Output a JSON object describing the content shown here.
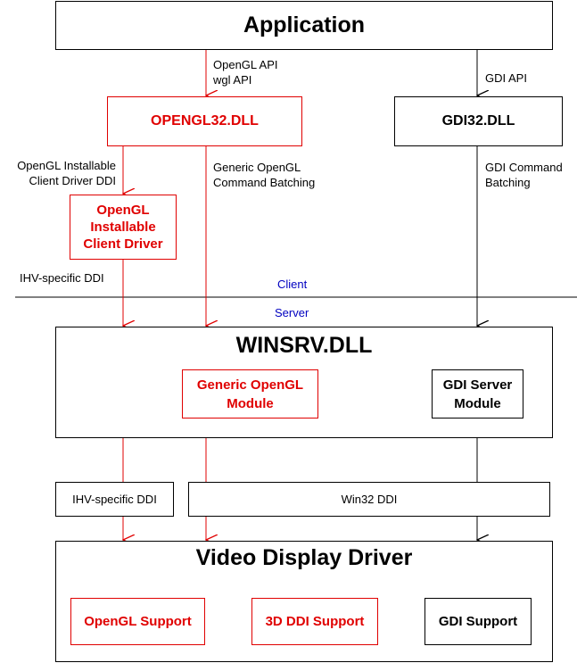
{
  "boxes": {
    "application": "Application",
    "opengl32": "OPENGL32.DLL",
    "gdi32": "GDI32.DLL",
    "icd": "OpenGL Installable Client Driver",
    "winsrv": "WINSRV.DLL",
    "generic_module": "Generic OpenGL Module",
    "gdi_server_module": "GDI Server Module",
    "ihv_ddi_box": "IHV-specific DDI",
    "win32_ddi_box": "Win32 DDI",
    "vdd": "Video Display Driver",
    "opengl_support": "OpenGL Support",
    "ddi3d_support": "3D DDI Support",
    "gdi_support": "GDI Support"
  },
  "labels": {
    "opengl_api": "OpenGL API",
    "wgl_api": "wgl API",
    "gdi_api": "GDI API",
    "icd_ddi_1": "OpenGL Installable",
    "icd_ddi_2": "Client Driver DDI",
    "generic_batching_1": "Generic OpenGL",
    "generic_batching_2": "Command Batching",
    "gdi_batching_1": "GDI Command",
    "gdi_batching_2": "Batching",
    "ihv_ddi": "IHV-specific DDI",
    "client": "Client",
    "server": "Server"
  },
  "colors": {
    "red": "#e00000",
    "black": "#000000",
    "blue": "#0000c0"
  }
}
